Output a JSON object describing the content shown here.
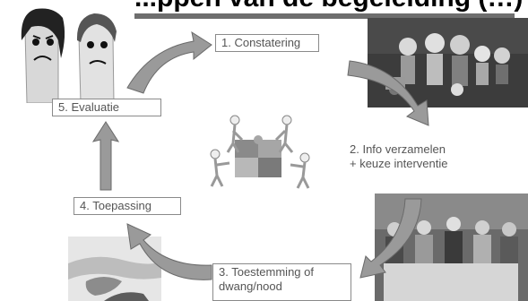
{
  "title": "...ppen van de begeleiding (…)",
  "steps": [
    {
      "label": "1. Constatering"
    },
    {
      "label": "2. Info verzamelen",
      "label2": "+ keuze interventie"
    },
    {
      "label": "3. Toestemming of",
      "label2": "dwang/nood"
    },
    {
      "label": "4. Toepassing"
    },
    {
      "label": "5. Evaluatie"
    }
  ],
  "colors": {
    "arrow_fill": "#9a9a9a",
    "arrow_stroke": "#6a6a6a",
    "box_border": "#8a8a8a",
    "text": "#555555",
    "title_bar": "#6e6e6e"
  },
  "images": {
    "top_left": "finger-puppets-photo",
    "top_right": "toy-figures-photo",
    "center": "puzzle-people-illustration",
    "bottom_right": "family-dinner-photo",
    "bottom_left": "holding-hands-photo"
  }
}
